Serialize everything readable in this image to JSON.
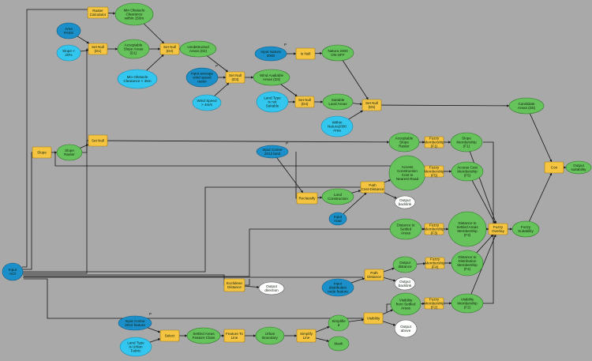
{
  "colors": {
    "background": "#a9a9a9",
    "tool": "#f5c542",
    "tool_border": "#a07a10",
    "derived": "#66c25a",
    "derived_border": "#2f7a2a",
    "input_data": "#1a8fc9",
    "input_value": "#33c7f0",
    "output": "#ffffff",
    "edge": "#151515"
  },
  "nodes": [
    {
      "id": "raster_calc",
      "type": "tool",
      "lines": [
        "Raster",
        "Calculator"
      ]
    },
    {
      "id": "min_obst_clear",
      "type": "derived",
      "lines": [
        "Min Obstacle",
        "Clearance",
        "within 150m"
      ]
    },
    {
      "id": "area_pads",
      "type": "input_data",
      "lines": [
        "Area",
        "PADS"
      ]
    },
    {
      "id": "slope_20",
      "type": "input_value",
      "lines": [
        "Slope <",
        "20%"
      ]
    },
    {
      "id": "setnull_d1",
      "type": "tool",
      "lines": [
        "Set Null",
        "(D1)"
      ]
    },
    {
      "id": "accept_slope_d1",
      "type": "derived",
      "lines": [
        "Acceptable",
        "Slope Areas",
        "(D1)"
      ]
    },
    {
      "id": "setnull_d2",
      "type": "tool",
      "lines": [
        "Set Null",
        "(D2)"
      ]
    },
    {
      "id": "unobstructed_d2",
      "type": "derived",
      "lines": [
        "Unobstructed",
        "Areas (D2)"
      ]
    },
    {
      "id": "min_obst_45",
      "type": "input_value",
      "lines": [
        "Min Obstacle",
        "Clearance < 45m"
      ]
    },
    {
      "id": "input_wind",
      "type": "input_data",
      "lines": [
        "Input average",
        "wind speed",
        "raster"
      ]
    },
    {
      "id": "setnull_d3",
      "type": "tool",
      "lines": [
        "Set Null",
        "(D3)"
      ]
    },
    {
      "id": "wind_avail_d3",
      "type": "derived",
      "lines": [
        "Wind Available",
        "Areas (D3)"
      ]
    },
    {
      "id": "wind_speed",
      "type": "input_value",
      "lines": [
        "Wind Speed",
        "> 4m/s"
      ]
    },
    {
      "id": "input_natura",
      "type": "input_data",
      "lines": [
        "Input Natura",
        "2000"
      ]
    },
    {
      "id": "is_null",
      "type": "tool",
      "lines": [
        "Is Null"
      ]
    },
    {
      "id": "natura_onoff",
      "type": "derived",
      "lines": [
        "Natura 2000",
        "ON-OFF"
      ]
    },
    {
      "id": "land_type_d4",
      "type": "input_value",
      "lines": [
        "Land Type",
        "is not",
        "Suitable"
      ]
    },
    {
      "id": "setnull_d4",
      "type": "tool",
      "lines": [
        "Set Null",
        "(D4)"
      ]
    },
    {
      "id": "suitable_land",
      "type": "derived",
      "lines": [
        "Suitable",
        "Land Areas"
      ]
    },
    {
      "id": "within_natura",
      "type": "input_value",
      "lines": [
        "Within",
        "Natura2000",
        "Area"
      ]
    },
    {
      "id": "setnull_d5",
      "type": "tool",
      "lines": [
        "Set Null",
        "(D5)"
      ]
    },
    {
      "id": "candidate_d5",
      "type": "derived",
      "lines": [
        "Candidate",
        "Areas (D5)"
      ]
    },
    {
      "id": "slope",
      "type": "tool",
      "lines": [
        "Slope"
      ]
    },
    {
      "id": "slope_raster",
      "type": "derived",
      "lines": [
        "Slope",
        "Raster"
      ]
    },
    {
      "id": "setnull_mid",
      "type": "tool",
      "lines": [
        "Set Null"
      ]
    },
    {
      "id": "input_corine",
      "type": "input_data",
      "lines": [
        "Input Corine",
        "2012 land"
      ]
    },
    {
      "id": "accept_slope_raster",
      "type": "derived",
      "lines": [
        "Acceptable",
        "Slope",
        "Raster"
      ]
    },
    {
      "id": "fuzzy_f1",
      "type": "tool",
      "lines": [
        "Fuzzy",
        "Membership",
        "(F1)"
      ]
    },
    {
      "id": "slope_mem_f1",
      "type": "derived",
      "lines": [
        "Slope",
        "Membership",
        "(F1)"
      ]
    },
    {
      "id": "access_cost",
      "type": "derived",
      "lines": [
        "Access",
        "Construction",
        "Cost to",
        "Nearest Road"
      ]
    },
    {
      "id": "fuzzy_f5",
      "type": "tool",
      "lines": [
        "Fuzzy",
        "Membership",
        "(F5)"
      ]
    },
    {
      "id": "access_cost_f5",
      "type": "derived",
      "lines": [
        "Access Cost",
        "Membership",
        "(F5)"
      ]
    },
    {
      "id": "path_cost_dist",
      "type": "tool",
      "lines": [
        "Path",
        "Cost-Distance"
      ]
    },
    {
      "id": "output_backlink_1",
      "type": "output",
      "lines": [
        "Output",
        "backlink"
      ]
    },
    {
      "id": "reclassify",
      "type": "tool",
      "lines": [
        "Reclassify"
      ]
    },
    {
      "id": "land_construction",
      "type": "derived",
      "lines": [
        "Land",
        "Construction"
      ]
    },
    {
      "id": "input_road",
      "type": "input_data",
      "lines": [
        "Input",
        "road"
      ]
    },
    {
      "id": "dist_settled",
      "type": "derived",
      "lines": [
        "Distance to",
        "Settled",
        "Areas"
      ]
    },
    {
      "id": "fuzzy_f3",
      "type": "tool",
      "lines": [
        "Fuzzy",
        "Membership",
        "(F3)"
      ]
    },
    {
      "id": "dist_settled_f3",
      "type": "derived",
      "lines": [
        "Distance to",
        "Settled Areas",
        "Membership",
        "(F3)"
      ]
    },
    {
      "id": "fuzzy_overlay",
      "type": "tool",
      "lines": [
        "Fuzzy",
        "Overlay"
      ]
    },
    {
      "id": "fuzzy_suit",
      "type": "derived",
      "lines": [
        "Fuzzy",
        "Suitability"
      ]
    },
    {
      "id": "con",
      "type": "tool",
      "lines": [
        "Con"
      ]
    },
    {
      "id": "output_suit",
      "type": "derived",
      "lines": [
        "Output",
        "suitability"
      ]
    },
    {
      "id": "input_aoi",
      "type": "input_data",
      "lines": [
        "Input",
        "AOI"
      ]
    },
    {
      "id": "path_distance",
      "type": "tool",
      "lines": [
        "Path",
        "Distance"
      ]
    },
    {
      "id": "output_distance",
      "type": "derived",
      "lines": [
        "Output",
        "distance"
      ]
    },
    {
      "id": "fuzzy_f4",
      "type": "tool",
      "lines": [
        "Fuzzy",
        "Membership",
        "(F4)"
      ]
    },
    {
      "id": "dist_distrib_f4",
      "type": "derived",
      "lines": [
        "Distance to",
        "Distribution",
        "Membership",
        "(F4)"
      ]
    },
    {
      "id": "output_backlink_2",
      "type": "output",
      "lines": [
        "Output",
        "backlink"
      ]
    },
    {
      "id": "input_distrib",
      "type": "input_data",
      "lines": [
        "Input",
        "distribution",
        "node feature"
      ]
    },
    {
      "id": "euclid_dist",
      "type": "tool",
      "lines": [
        "Euclidean",
        "Distance"
      ]
    },
    {
      "id": "output_direction",
      "type": "output",
      "lines": [
        "Output",
        "direction"
      ]
    },
    {
      "id": "visibility",
      "type": "tool",
      "lines": [
        "Visibility"
      ]
    },
    {
      "id": "vis_settled",
      "type": "derived",
      "lines": [
        "Visibility",
        "from Settled",
        "Areas"
      ]
    },
    {
      "id": "fuzzy_f2",
      "type": "tool",
      "lines": [
        "Fuzzy",
        "Membership",
        "(F2)"
      ]
    },
    {
      "id": "vis_mem_f2",
      "type": "derived",
      "lines": [
        "Visibility",
        "Membership",
        "(F2)"
      ]
    },
    {
      "id": "output_above",
      "type": "output",
      "lines": [
        "Output",
        "above"
      ]
    },
    {
      "id": "input_corine_feat",
      "type": "input_data",
      "lines": [
        "Input Corine",
        "2012 feature"
      ]
    },
    {
      "id": "land_type_urban",
      "type": "input_value",
      "lines": [
        "Land Type",
        "is Urban",
        "Fabric"
      ]
    },
    {
      "id": "select",
      "type": "tool",
      "lines": [
        "Select"
      ]
    },
    {
      "id": "settled_fc",
      "type": "derived",
      "lines": [
        "Settled Areas",
        "Feature Class"
      ]
    },
    {
      "id": "feat_to_line",
      "type": "tool",
      "lines": [
        "Feature To",
        "Line"
      ]
    },
    {
      "id": "urban_boundary",
      "type": "derived",
      "lines": [
        "Urban",
        "Boundary"
      ]
    },
    {
      "id": "simplify_line",
      "type": "tool",
      "lines": [
        "Simplify",
        "Line"
      ]
    },
    {
      "id": "simplified",
      "type": "derived",
      "lines": [
        "Simplifie",
        "d"
      ]
    },
    {
      "id": "blank",
      "type": "derived",
      "lines": [
        "blank"
      ]
    }
  ],
  "param_markers": [
    {
      "node": "input_natura",
      "label": "P"
    },
    {
      "node": "input_wind",
      "label": "P"
    },
    {
      "node": "input_corine",
      "label": "P"
    },
    {
      "node": "input_corine_feat",
      "label": "P"
    }
  ]
}
